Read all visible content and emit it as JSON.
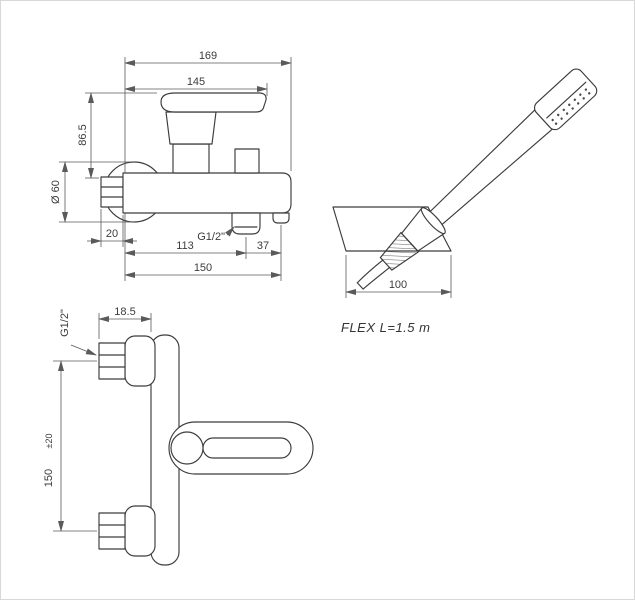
{
  "page": {
    "background": "#ffffff",
    "line_color": "#3c3c3c",
    "dimension_color": "#5a5a5a"
  },
  "front_view": {
    "dim_total_width": "169",
    "dim_body_width": "145",
    "dim_handle_height": "86.5",
    "dim_flange_diameter": "Ø 60",
    "dim_nut_width": "20",
    "thread_label": "G1/2\"",
    "dim_spout_offset": "113",
    "dim_outlet_offset": "37",
    "dim_total_bottom": "150"
  },
  "shower_view": {
    "dim_bracket_width": "100",
    "flex_note": "FLEX L=1.5 m"
  },
  "side_view": {
    "dim_wall_depth": "18.5",
    "thread_label": "G1/2\"",
    "dim_vertical_span": "150",
    "dim_vertical_tolerance": "±20"
  }
}
